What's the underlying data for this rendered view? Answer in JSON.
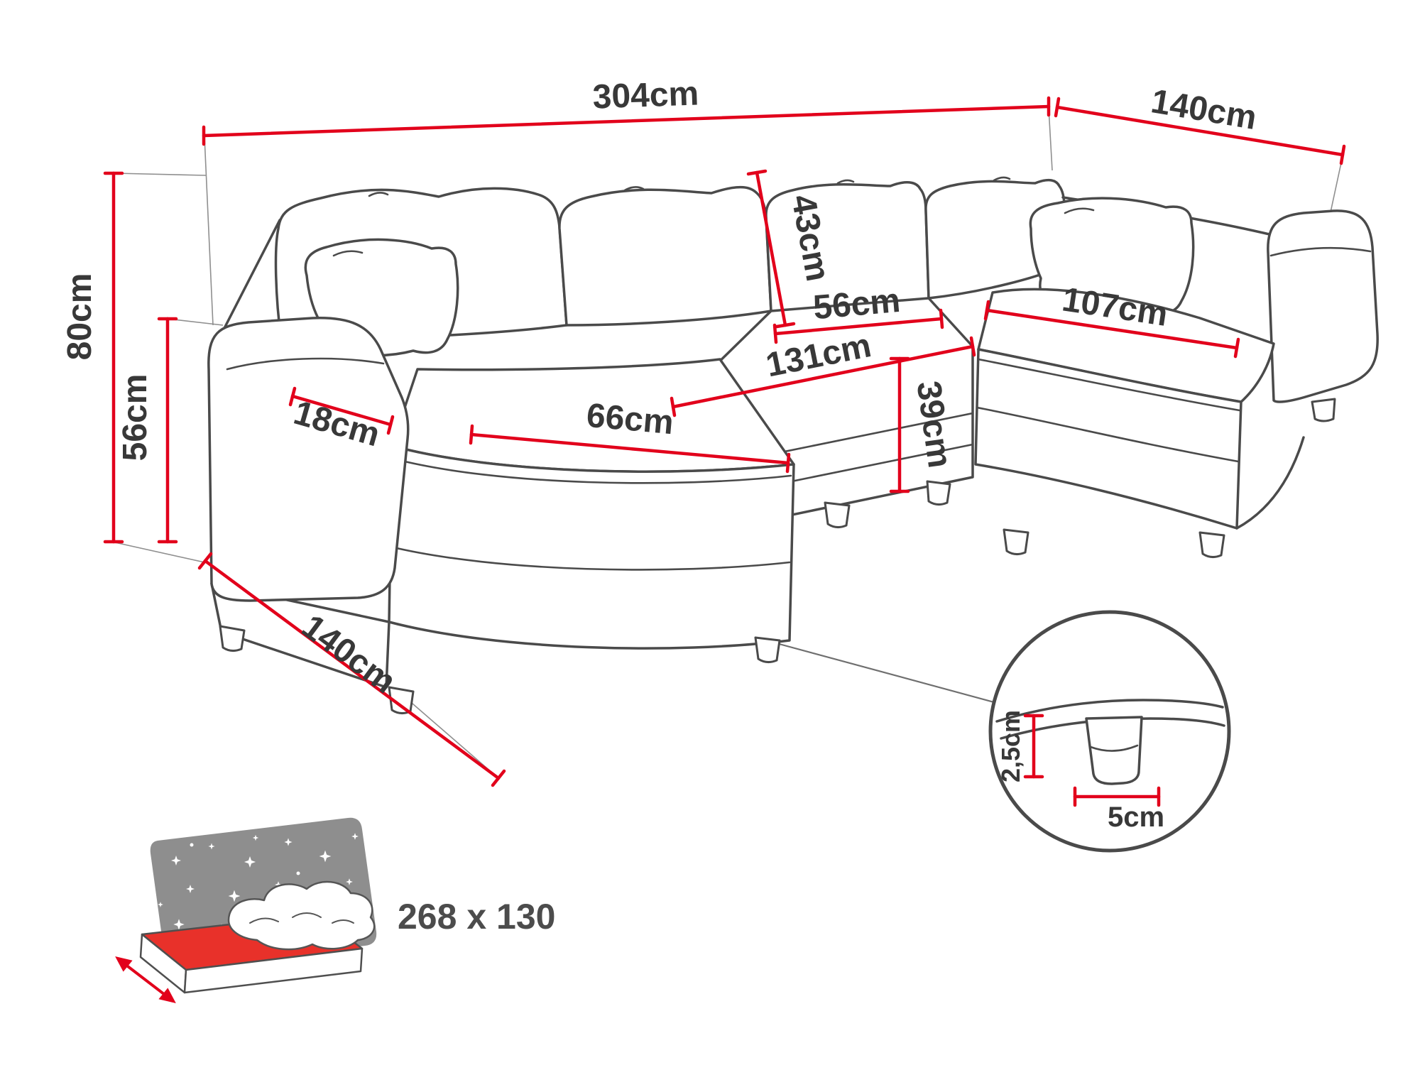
{
  "title": "U-shaped corner sofa dimension diagram",
  "labels": {
    "top_width": "304cm",
    "top_right_depth": "140cm",
    "overall_height": "80cm",
    "armrest_height": "56cm",
    "armrest_width": "18cm",
    "backrest_cushion_height": "43cm",
    "left_chaise_seat_width": "66cm",
    "middle_seat_width": "131cm",
    "middle_seat_depth": "56cm",
    "seat_front_height": "39cm",
    "right_chaise_seat_length": "107cm",
    "front_depth": "140cm"
  },
  "leg_detail": {
    "height": "2,5cm",
    "width": "5cm"
  },
  "sleeping_function": {
    "dimensions": "268 x 130"
  },
  "colors": {
    "dimension_line": "#e2001b",
    "outline": "#4a4a4a",
    "label_text": "#383838",
    "sleep_panel": "#8e8e8e",
    "mattress_red": "#e8312a"
  }
}
